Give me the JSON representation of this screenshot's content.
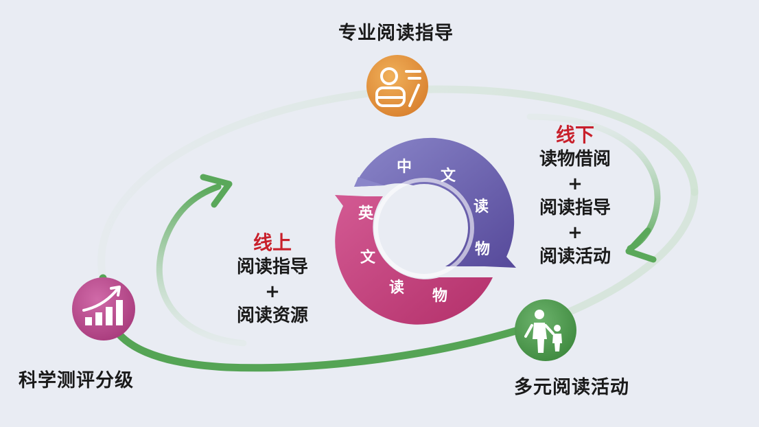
{
  "nodes": {
    "top": {
      "label": "专业阅读指导",
      "icon": "teacher-board-icon",
      "color": "#e39a45"
    },
    "left": {
      "label": "科学测评分级",
      "icon": "bar-chart-growth-icon",
      "color": "#bd4f90"
    },
    "right": {
      "label": "多元阅读活动",
      "icon": "parent-child-icon",
      "color": "#4f9a4f"
    }
  },
  "online": {
    "title": "线上",
    "lines": [
      "阅读指导",
      "+",
      "阅读资源"
    ]
  },
  "offline": {
    "title": "线下",
    "lines": [
      "读物借阅",
      "+",
      "阅读指导",
      "+",
      "阅读活动"
    ]
  },
  "center_cycle": {
    "chinese_chars": [
      "中",
      "文",
      "读",
      "物"
    ],
    "english_chars": [
      "英",
      "文",
      "读",
      "物"
    ],
    "chinese_color": "#6a5fa8",
    "english_color": "#c13e78"
  },
  "colors": {
    "arc_green": "#5aa85a",
    "title_red": "#c8202b"
  }
}
